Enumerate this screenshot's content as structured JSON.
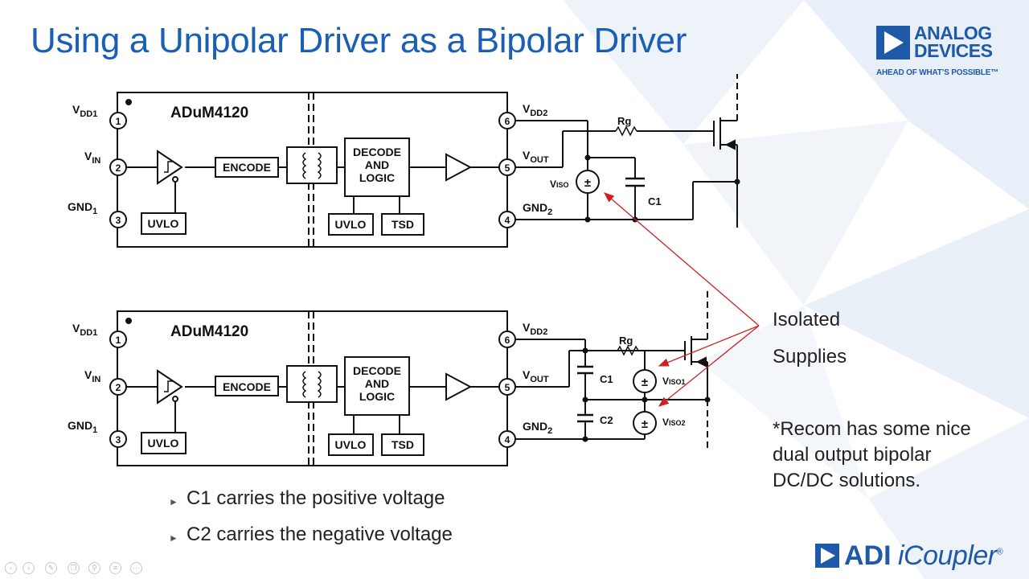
{
  "slide": {
    "title": "Using a Unipolar Driver as a Bipolar Driver",
    "brand": {
      "name_line1": "ANALOG",
      "name_line2": "DEVICES",
      "tagline": "AHEAD OF WHAT’S POSSIBLE™",
      "color": "#1e5aa8"
    },
    "title_color": "#1a5fb4"
  },
  "diagrams": [
    {
      "chip": "ADuM4120",
      "pins": {
        "vdd1": {
          "main": "V",
          "sub": "DD1",
          "num": "1"
        },
        "vin": {
          "main": "V",
          "sub": "IN",
          "num": "2"
        },
        "gnd1": {
          "main": "GND",
          "sub": "1",
          "num": "3"
        },
        "vdd2": {
          "main": "V",
          "sub": "DD2",
          "num": "6"
        },
        "vout": {
          "main": "V",
          "sub": "OUT",
          "num": "5"
        },
        "gnd2": {
          "main": "GND",
          "sub": "2",
          "num": "4"
        }
      },
      "blocks": {
        "encode": "ENCODE",
        "decode1": "DECODE",
        "decode2": "AND",
        "decode3": "LOGIC",
        "uvlo_left": "UVLO",
        "uvlo_right": "UVLO",
        "tsd": "TSD"
      },
      "external": {
        "rg": "Rg",
        "c1": "C1",
        "viso_main": "V",
        "viso_sub": "ISO",
        "pm": "±"
      }
    },
    {
      "chip": "ADuM4120",
      "pins": {
        "vdd1": {
          "main": "V",
          "sub": "DD1",
          "num": "1"
        },
        "vin": {
          "main": "V",
          "sub": "IN",
          "num": "2"
        },
        "gnd1": {
          "main": "GND",
          "sub": "1",
          "num": "3"
        },
        "vdd2": {
          "main": "V",
          "sub": "DD2",
          "num": "6"
        },
        "vout": {
          "main": "V",
          "sub": "OUT",
          "num": "5"
        },
        "gnd2": {
          "main": "GND",
          "sub": "2",
          "num": "4"
        }
      },
      "blocks": {
        "encode": "ENCODE",
        "decode1": "DECODE",
        "decode2": "AND",
        "decode3": "LOGIC",
        "uvlo_left": "UVLO",
        "uvlo_right": "UVLO",
        "tsd": "TSD"
      },
      "external": {
        "rg": "Rg",
        "c1": "C1",
        "c2": "C2",
        "viso1_main": "V",
        "viso1_sub": "ISO1",
        "viso2_main": "V",
        "viso2_sub": "ISO2",
        "pm": "±"
      }
    }
  ],
  "annotation": {
    "line1": "Isolated",
    "line2": "Supplies",
    "arrow_color": "#cc2222"
  },
  "note": {
    "line1": "*Recom has some nice",
    "line2": "dual output bipolar",
    "line3": "DC/DC solutions."
  },
  "bullets": [
    "C1 carries the positive voltage",
    "C2 carries the negative voltage"
  ],
  "footer": {
    "company": "ADI",
    "product": "iCoupler",
    "reg": "®"
  },
  "toolbar_icons": [
    "back-icon",
    "forward-icon",
    "pen-icon",
    "copy-icon",
    "zoom-icon",
    "menu-icon",
    "more-icon"
  ]
}
